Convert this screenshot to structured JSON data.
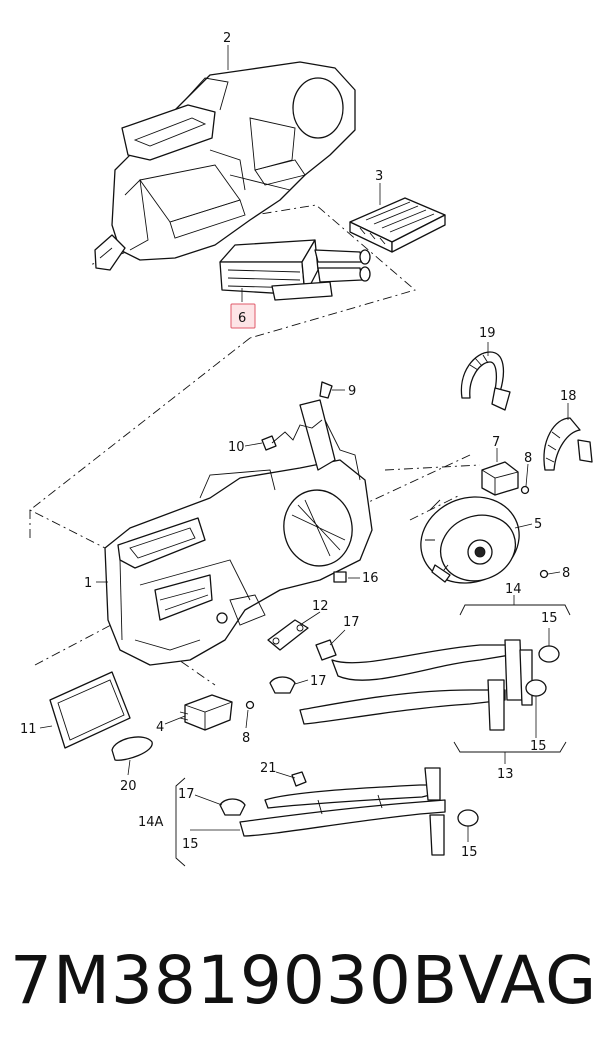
{
  "callouts": {
    "c1": "1",
    "c2": "2",
    "c3": "3",
    "c4": "4",
    "c5": "5",
    "c6": "6",
    "c7": "7",
    "c8a": "8",
    "c8b": "8",
    "c8c": "8",
    "c9": "9",
    "c10": "10",
    "c11": "11",
    "c12": "12",
    "c13": "13",
    "c14": "14",
    "c14A": "14A",
    "c15a": "15",
    "c15b": "15",
    "c15c": "15",
    "c15d": "15",
    "c16": "16",
    "c17a": "17",
    "c17b": "17",
    "c17c": "17",
    "c18": "18",
    "c19": "19",
    "c20": "20",
    "c21": "21"
  },
  "highlighted_callout": "6",
  "highlight_color": "#e05a6a",
  "caption": {
    "part_number": "7M3819030B",
    "brand": "VAG"
  }
}
